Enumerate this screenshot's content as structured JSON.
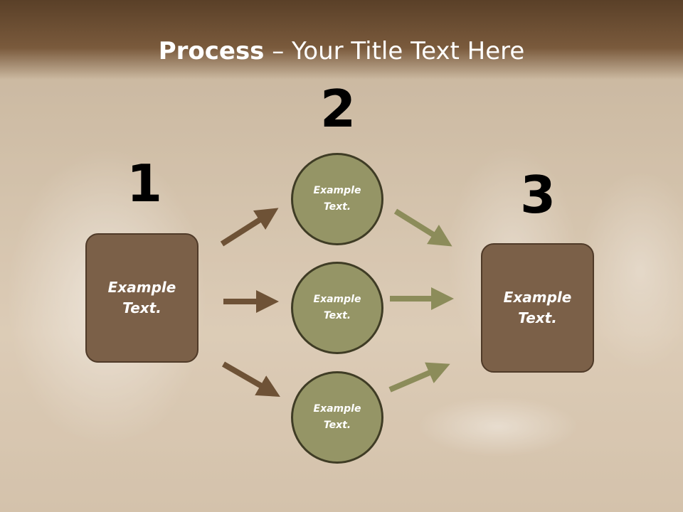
{
  "slide": {
    "title_bold": "Process",
    "title_rest": " – Your Title Text Here"
  },
  "steps": {
    "n1": "1",
    "n2": "2",
    "n3": "3"
  },
  "box_left": {
    "line1": "Example",
    "line2": "Text."
  },
  "box_right": {
    "line1": "Example",
    "line2": "Text."
  },
  "circles": [
    {
      "line1": "Example",
      "line2": "Text."
    },
    {
      "line1": "Example",
      "line2": "Text."
    },
    {
      "line1": "Example",
      "line2": "Text."
    }
  ],
  "colors": {
    "box_fill": "#7b6048",
    "circle_fill": "#959566",
    "arrow_brown": "#6e5236",
    "arrow_olive": "#8c8c5a",
    "header": "#6b4d32"
  }
}
